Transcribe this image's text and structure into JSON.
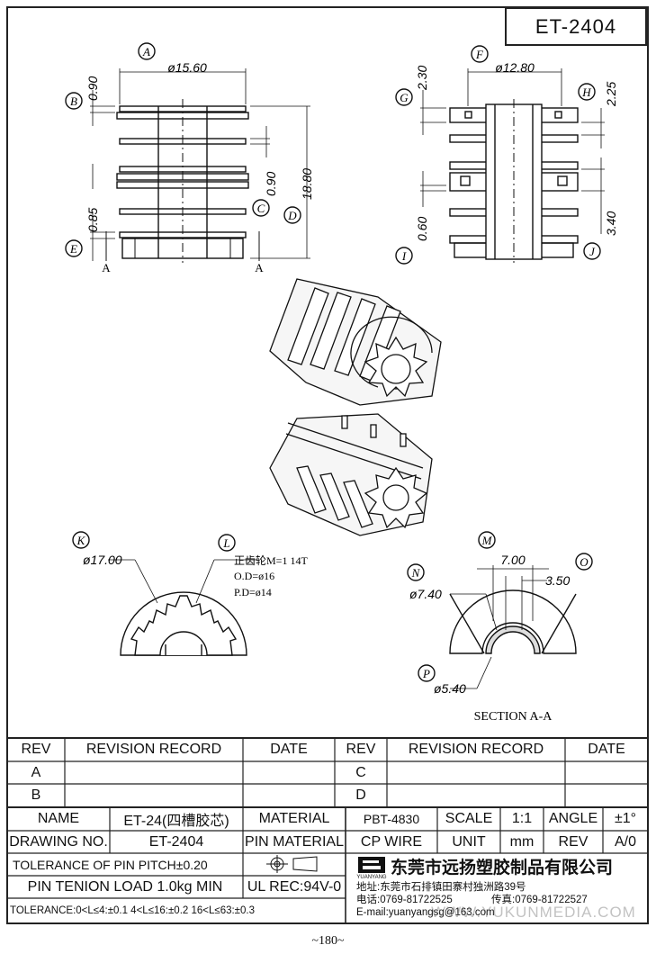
{
  "header": {
    "drawing_title": "ET-2404"
  },
  "top_left_view": {
    "dims": {
      "a": "ø15.60",
      "b": "0.90",
      "c": "0.90",
      "d": "18.80",
      "e": "0.85"
    },
    "balloons": {
      "a": "A",
      "b": "B",
      "c": "C",
      "d": "D",
      "e": "E"
    },
    "section_marks": [
      "A",
      "A"
    ]
  },
  "top_right_view": {
    "dims": {
      "f": "ø12.80",
      "g": "2.30",
      "h": "2.25",
      "i": "0.60",
      "j": "3.40"
    },
    "balloons": {
      "f": "F",
      "g": "G",
      "h": "H",
      "i": "I",
      "j": "J"
    }
  },
  "gear_view": {
    "balloons": {
      "k": "K",
      "l": "L"
    },
    "od_dim": "ø17.00",
    "notes": [
      "正齿轮M=1 14T",
      "O.D=ø16",
      "P.D=ø14"
    ]
  },
  "section_view": {
    "balloons": {
      "m": "M",
      "n": "N",
      "o": "O",
      "p": "P"
    },
    "dims": {
      "m": "7.00",
      "n": "ø7.40",
      "o": "3.50",
      "p": "ø5.40"
    },
    "caption": "SECTION  A-A"
  },
  "revision_table": {
    "headers": [
      "REV",
      "REVISION RECORD",
      "DATE",
      "REV",
      "REVISION RECORD",
      "DATE"
    ],
    "rows": [
      [
        "A",
        "",
        "",
        "C",
        "",
        ""
      ],
      [
        "B",
        "",
        "",
        "D",
        "",
        ""
      ]
    ]
  },
  "title_block": {
    "name_label": "NAME",
    "name_value": "ET-24(四槽胶芯)",
    "material_label": "MATERIAL",
    "material_value": "PBT-4830",
    "scale_label": "SCALE",
    "scale_value": "1:1",
    "angle_label": "ANGLE",
    "angle_value": "±1°",
    "drawing_no_label": "DRAWING NO.",
    "drawing_no_value": "ET-2404",
    "pin_material_label": "PIN MATERIAL",
    "pin_material_value": "CP WIRE",
    "unit_label": "UNIT",
    "unit_value": "mm",
    "rev_label": "REV",
    "rev_value": "A/0",
    "tolerance_pin": "TOLERANCE OF PIN PITCH±0.20",
    "pin_load": "PIN TENION LOAD 1.0kg MIN",
    "ul": "UL REC:94V-0",
    "tolerance_general": "TOLERANCE:0<L≤4:±0.1  4<L≤16:±0.2  16<L≤63:±0.3",
    "company_name": "东莞市远扬塑胶制品有限公司",
    "company_brand": "YUANYANG",
    "address": "地址:东莞市石排镇田寨村独洲路39号",
    "phone": "电话:0769-81722525",
    "fax": "传真:0769-81722527",
    "email": "E-mail:yuanyangsg@163.com",
    "watermark": "WWW.YUKUNMEDIA.COM"
  },
  "footer": {
    "page_number": "~180~"
  }
}
